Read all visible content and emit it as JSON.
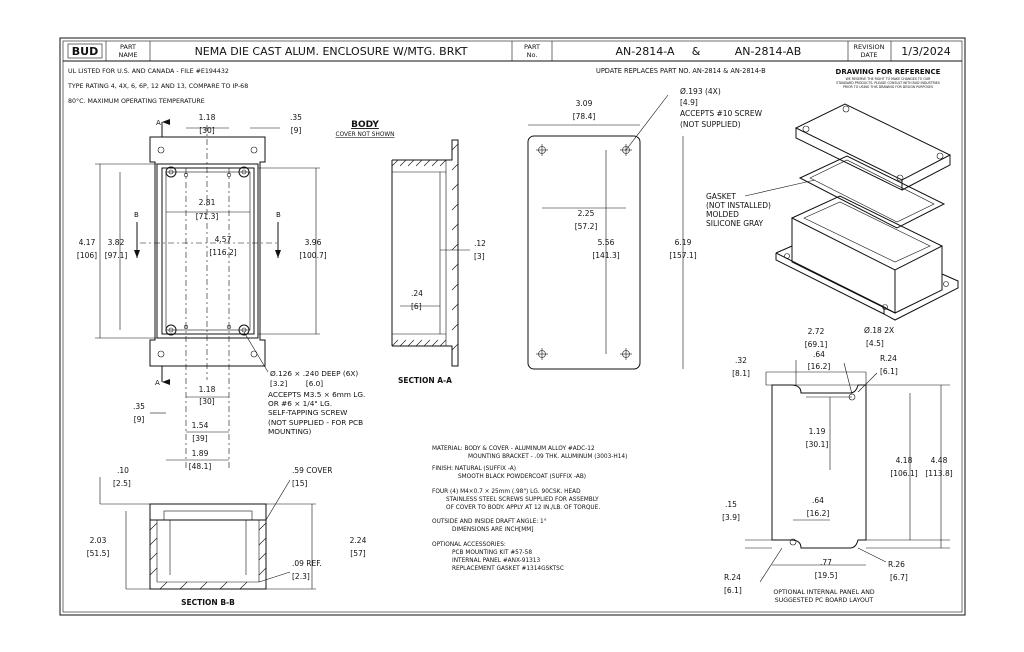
{
  "title_block": {
    "part_name_label": "PART NAME",
    "part_name_label_1": "PART",
    "part_name_label_2": "NAME",
    "description": "NEMA DIE CAST ALUM. ENCLOSURE W/MTG. BRKT",
    "part_no_label_1": "PART",
    "part_no_label_2": "No.",
    "part_no_a": "AN-2814-A",
    "ampersand": "&",
    "part_no_b": "AN-2814-AB",
    "revision_label_1": "REVISION",
    "revision_label_2": "DATE",
    "revision_date": "1/3/2024"
  },
  "notes_top": [
    "UL LISTED FOR U.S. AND CANADA - FILE #E194432",
    "TYPE RATING 4, 4X, 6, 6P, 12 AND 13, COMPARE TO IP-68",
    "80°C. MAXIMUM OPERATING TEMPERATURE"
  ],
  "update_note": "UPDATE REPLACES PART NO. AN-2814 & AN-2814-B",
  "drawing_for_reference": "DRAWING FOR REFERENCE",
  "reference_fine_print": [
    "WE RESERVE THE RIGHT TO MAKE CHANGES TO OUR",
    "STANDARD PRODUCTS. PLEASE CONSULT WITH BUD INDUSTRIES",
    "PRIOR TO USING THIS DRAWING FOR DESIGN PURPOSES"
  ],
  "body_view": {
    "label": "BODY",
    "sublabel": "COVER NOT SHOWN",
    "dims": {
      "d118": "1.18",
      "d118m": "[30]",
      "d035": ".35",
      "d035m": "[9]",
      "d281": "2.81",
      "d281m": "[71.3]",
      "d457": "4.57",
      "d457m": "[116.2]",
      "d417": "4.17",
      "d417m": "[106]",
      "d382": "3.82",
      "d382m": "[97.1]",
      "d396": "3.96",
      "d396m": "[100.7]",
      "b118": "1.18",
      "b118m": "[30]",
      "b035": ".35",
      "b035m": "[9]",
      "b154": "1.54",
      "b154m": "[39]",
      "b189": "1.89",
      "b189m": "[48.1]"
    },
    "section_markers": [
      "A",
      "A",
      "B",
      "B"
    ],
    "hole_note": [
      "Ø.126 × .240 DEEP (6X)",
      "[3.2]        [6.0]",
      "ACCEPTS M3.5 × 6mm LG.",
      "OR #6 × 1/4\" LG.",
      "SELF-TAPPING SCREW",
      "(NOT SUPPLIED - FOR PCB",
      "MOUNTING)"
    ]
  },
  "section_aa": {
    "label": "SECTION A-A",
    "d012": ".12",
    "d012m": "[3]",
    "d024": ".24",
    "d024m": "[6]"
  },
  "flange_view": {
    "d309": "3.09",
    "d309m": "[78.4]",
    "d225": "2.25",
    "d225m": "[57.2]",
    "d556": "5.56",
    "d556m": "[141.3]",
    "d619": "6.19",
    "d619m": "[157.1]",
    "hole_note": [
      "Ø.193 (4X)",
      "[4.9]",
      "ACCEPTS #10 SCREW",
      "(NOT SUPPLIED)"
    ]
  },
  "iso_view": {
    "gasket_note": [
      "GASKET",
      "(NOT INSTALLED)",
      "MOLDED",
      "SILICONE GRAY"
    ]
  },
  "section_bb": {
    "label": "SECTION B-B",
    "d010": ".10",
    "d010m": "[2.5]",
    "d059": ".59  COVER",
    "d059m": "[15]",
    "d203": "2.03",
    "d203m": "[51.5]",
    "d224": "2.24",
    "d224m": "[57]",
    "d009": ".09  REF.",
    "d009m": "[2.3]"
  },
  "material_notes": [
    "MATERIAL: BODY & COVER - ALUMINUM ALLOY #ADC-12",
    "MOUNTING BRACKET - .09 THK. ALUMINUM (3003-H14)",
    "FINISH: NATURAL (SUFFIX -A)",
    "SMOOTH BLACK POWDERCOAT (SUFFIX -AB)",
    "FOUR (4) M4×0.7 × 25mm (.98\") LG. 90CSK. HEAD",
    "STAINLESS STEEL SCREWS SUPPLIED FOR ASSEMBLY",
    "OF COVER TO BODY. APPLY AT 12 IN./LB. OF TORQUE.",
    "OUTSIDE AND INSIDE DRAFT ANGLE: 1°",
    "DIMENSIONS ARE INCH[MM]",
    "OPTIONAL ACCESSORIES:",
    "PCB MOUNTING KIT #57-58",
    "INTERNAL PANEL #ANX-91313",
    "REPLACEMENT GASKET #1314GSKTSC"
  ],
  "panel_view": {
    "d272": "2.72",
    "d272m": "[69.1]",
    "d064": ".64",
    "d064m": "[16.2]",
    "hole": "Ø.18 2X",
    "holem": "[4.5]",
    "r024": "R.24",
    "r024m": "[6.1]",
    "d032": ".32",
    "d032m": "[8.1]",
    "d119": "1.19",
    "d119m": "[30.1]",
    "d418": "4.18",
    "d418m": "[106.1]",
    "d448": "4.48",
    "d448m": "[113.8]",
    "d015": ".15",
    "d015m": "[3.9]",
    "b064": ".64",
    "b064m": "[16.2]",
    "d077": ".77",
    "d077m": "[19.5]",
    "r026": "R.26",
    "r026m": "[6.7]",
    "bl_r024": "R.24",
    "bl_r024m": "[6.1]",
    "caption": [
      "OPTIONAL INTERNAL PANEL AND",
      "SUGGESTED PC BOARD LAYOUT"
    ]
  },
  "logo_text": "BUD"
}
